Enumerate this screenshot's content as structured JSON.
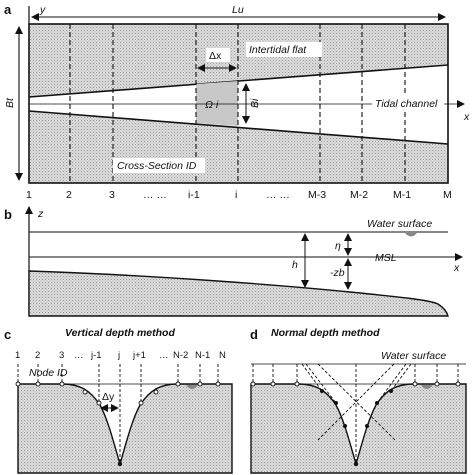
{
  "panel_a": {
    "letter": "a",
    "y_axis": "y",
    "length_label": "Lu",
    "width_label": "Bt",
    "dx_label": "Δx",
    "intertidal_label": "Intertidal flat",
    "omega_label": "Ω i",
    "b_label": "Bi",
    "tidal_channel_label": "Tidal channel",
    "x_axis": "x",
    "cross_section_label": "Cross-Section ID",
    "section_ids": [
      "1",
      "2",
      "3",
      "… …",
      "i-1",
      "i",
      "… …",
      "M-3",
      "M-2",
      "M-1",
      "M"
    ]
  },
  "panel_b": {
    "letter": "b",
    "z_axis": "z",
    "water_surface_label": "Water surface",
    "eta_label": "η",
    "h_label": "h",
    "zb_label": "-zb",
    "msl_label": "MSL",
    "x_axis": "x"
  },
  "panel_c": {
    "letter": "c",
    "title": "Vertical depth method",
    "node_ids": [
      "1",
      "2",
      "3",
      "…",
      "j-1",
      "j",
      "j+1",
      "…",
      "N-2",
      "N-1",
      "N"
    ],
    "node_id_label": "Node ID",
    "dy_label": "Δy"
  },
  "panel_d": {
    "letter": "d",
    "title": "Normal depth method",
    "water_surface_label": "Water surface"
  }
}
